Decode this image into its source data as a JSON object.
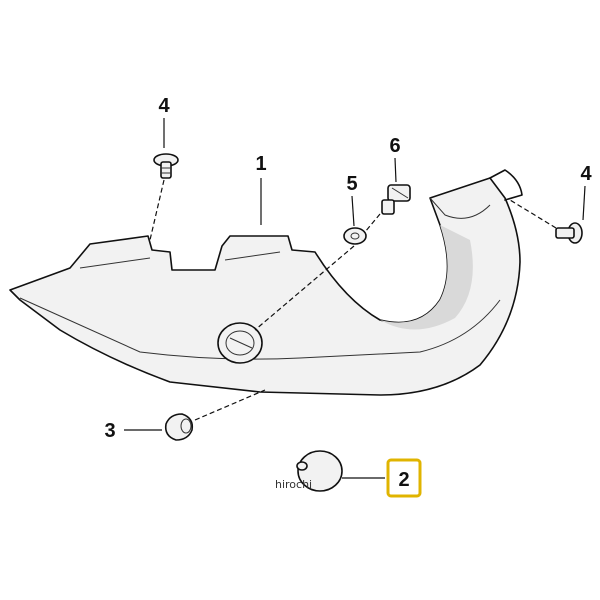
{
  "callouts": [
    {
      "id": "c1",
      "label": "1"
    },
    {
      "id": "c2",
      "label": "2",
      "highlighted": true
    },
    {
      "id": "c3",
      "label": "3"
    },
    {
      "id": "c4a",
      "label": "4"
    },
    {
      "id": "c4b",
      "label": "4"
    },
    {
      "id": "c5",
      "label": "5"
    },
    {
      "id": "c6",
      "label": "6"
    }
  ],
  "watermark": "hirochi",
  "colors": {
    "highlight": "#e0b400",
    "line": "#111111",
    "part_fill": "#f2f2f2"
  }
}
